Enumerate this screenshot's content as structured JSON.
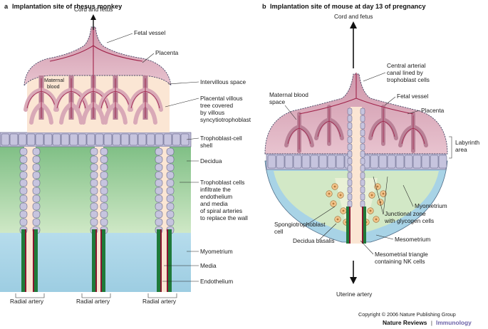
{
  "panel_a": {
    "letter": "a",
    "title": "Implantation site of rhesus monkey",
    "labels": {
      "cord_fetus": "Cord and fetus",
      "fetal_vessel": "Fetal vessel",
      "placenta": "Placenta",
      "maternal_blood": [
        "Maternal",
        "blood"
      ],
      "intervillous_space": "Intervillous space",
      "villous_tree": [
        "Placental villous",
        "tree covered",
        "by villous",
        "syncytiotrophoblast"
      ],
      "shell": [
        "Trophoblast-cell",
        "shell"
      ],
      "decidua": "Decidua",
      "trophoblast_cells": [
        "Trophoblast cells",
        "infiltrate the",
        "endothelium",
        "and media",
        "of spiral arteries",
        "to replace the wall"
      ],
      "myometrium": "Myometrium",
      "media": "Media",
      "endothelium": "Endothelium",
      "radial_artery": "Radial artery"
    }
  },
  "panel_b": {
    "letter": "b",
    "title": "Implantation site of mouse at day 13 of pregnancy",
    "labels": {
      "cord_fetus": "Cord and fetus",
      "central_canal": [
        "Central arterial",
        "canal lined by",
        "trophoblast cells"
      ],
      "maternal_blood_space": [
        "Maternal blood",
        "space"
      ],
      "fetal_vessel": "Fetal vessel",
      "placenta": "Placenta",
      "labyrinth": [
        "Labyrinth",
        "area"
      ],
      "myometrium": "Myometrium",
      "junctional_zone": [
        "Junctional zone",
        "with glycogen cells"
      ],
      "spongiotrophoblast": [
        "Spongiotrophoblast",
        "cell"
      ],
      "mesometrium": "Mesometrium",
      "decidua_basalis": "Decidua basalis",
      "mesometrial_triangle": [
        "Mesometrial triangle",
        "containing NK cells"
      ],
      "uterine_artery": "Uterine artery"
    }
  },
  "footer": {
    "copyright": "Copyright © 2006 Nature Publishing Group",
    "journal": "Nature Reviews",
    "separator": "|",
    "section": "Immunology"
  },
  "colors": {
    "placenta_pink": "#d9a9b7",
    "placenta_dark": "#b98096",
    "fetal_vessel": "#a0234a",
    "maternal_blood_bg": "#fbe6d4",
    "trophoblast_cell": "#c6c4de",
    "trophoblast_outline": "#5e5e82",
    "decidua_green": "#86c08a",
    "myometrium_blue": "#a8d3e6",
    "media_green": "#1f7a3a",
    "endothelium_red": "#8a1530",
    "glycogen_cell": "#f2c48a",
    "section_accent": "#6c63a8"
  }
}
